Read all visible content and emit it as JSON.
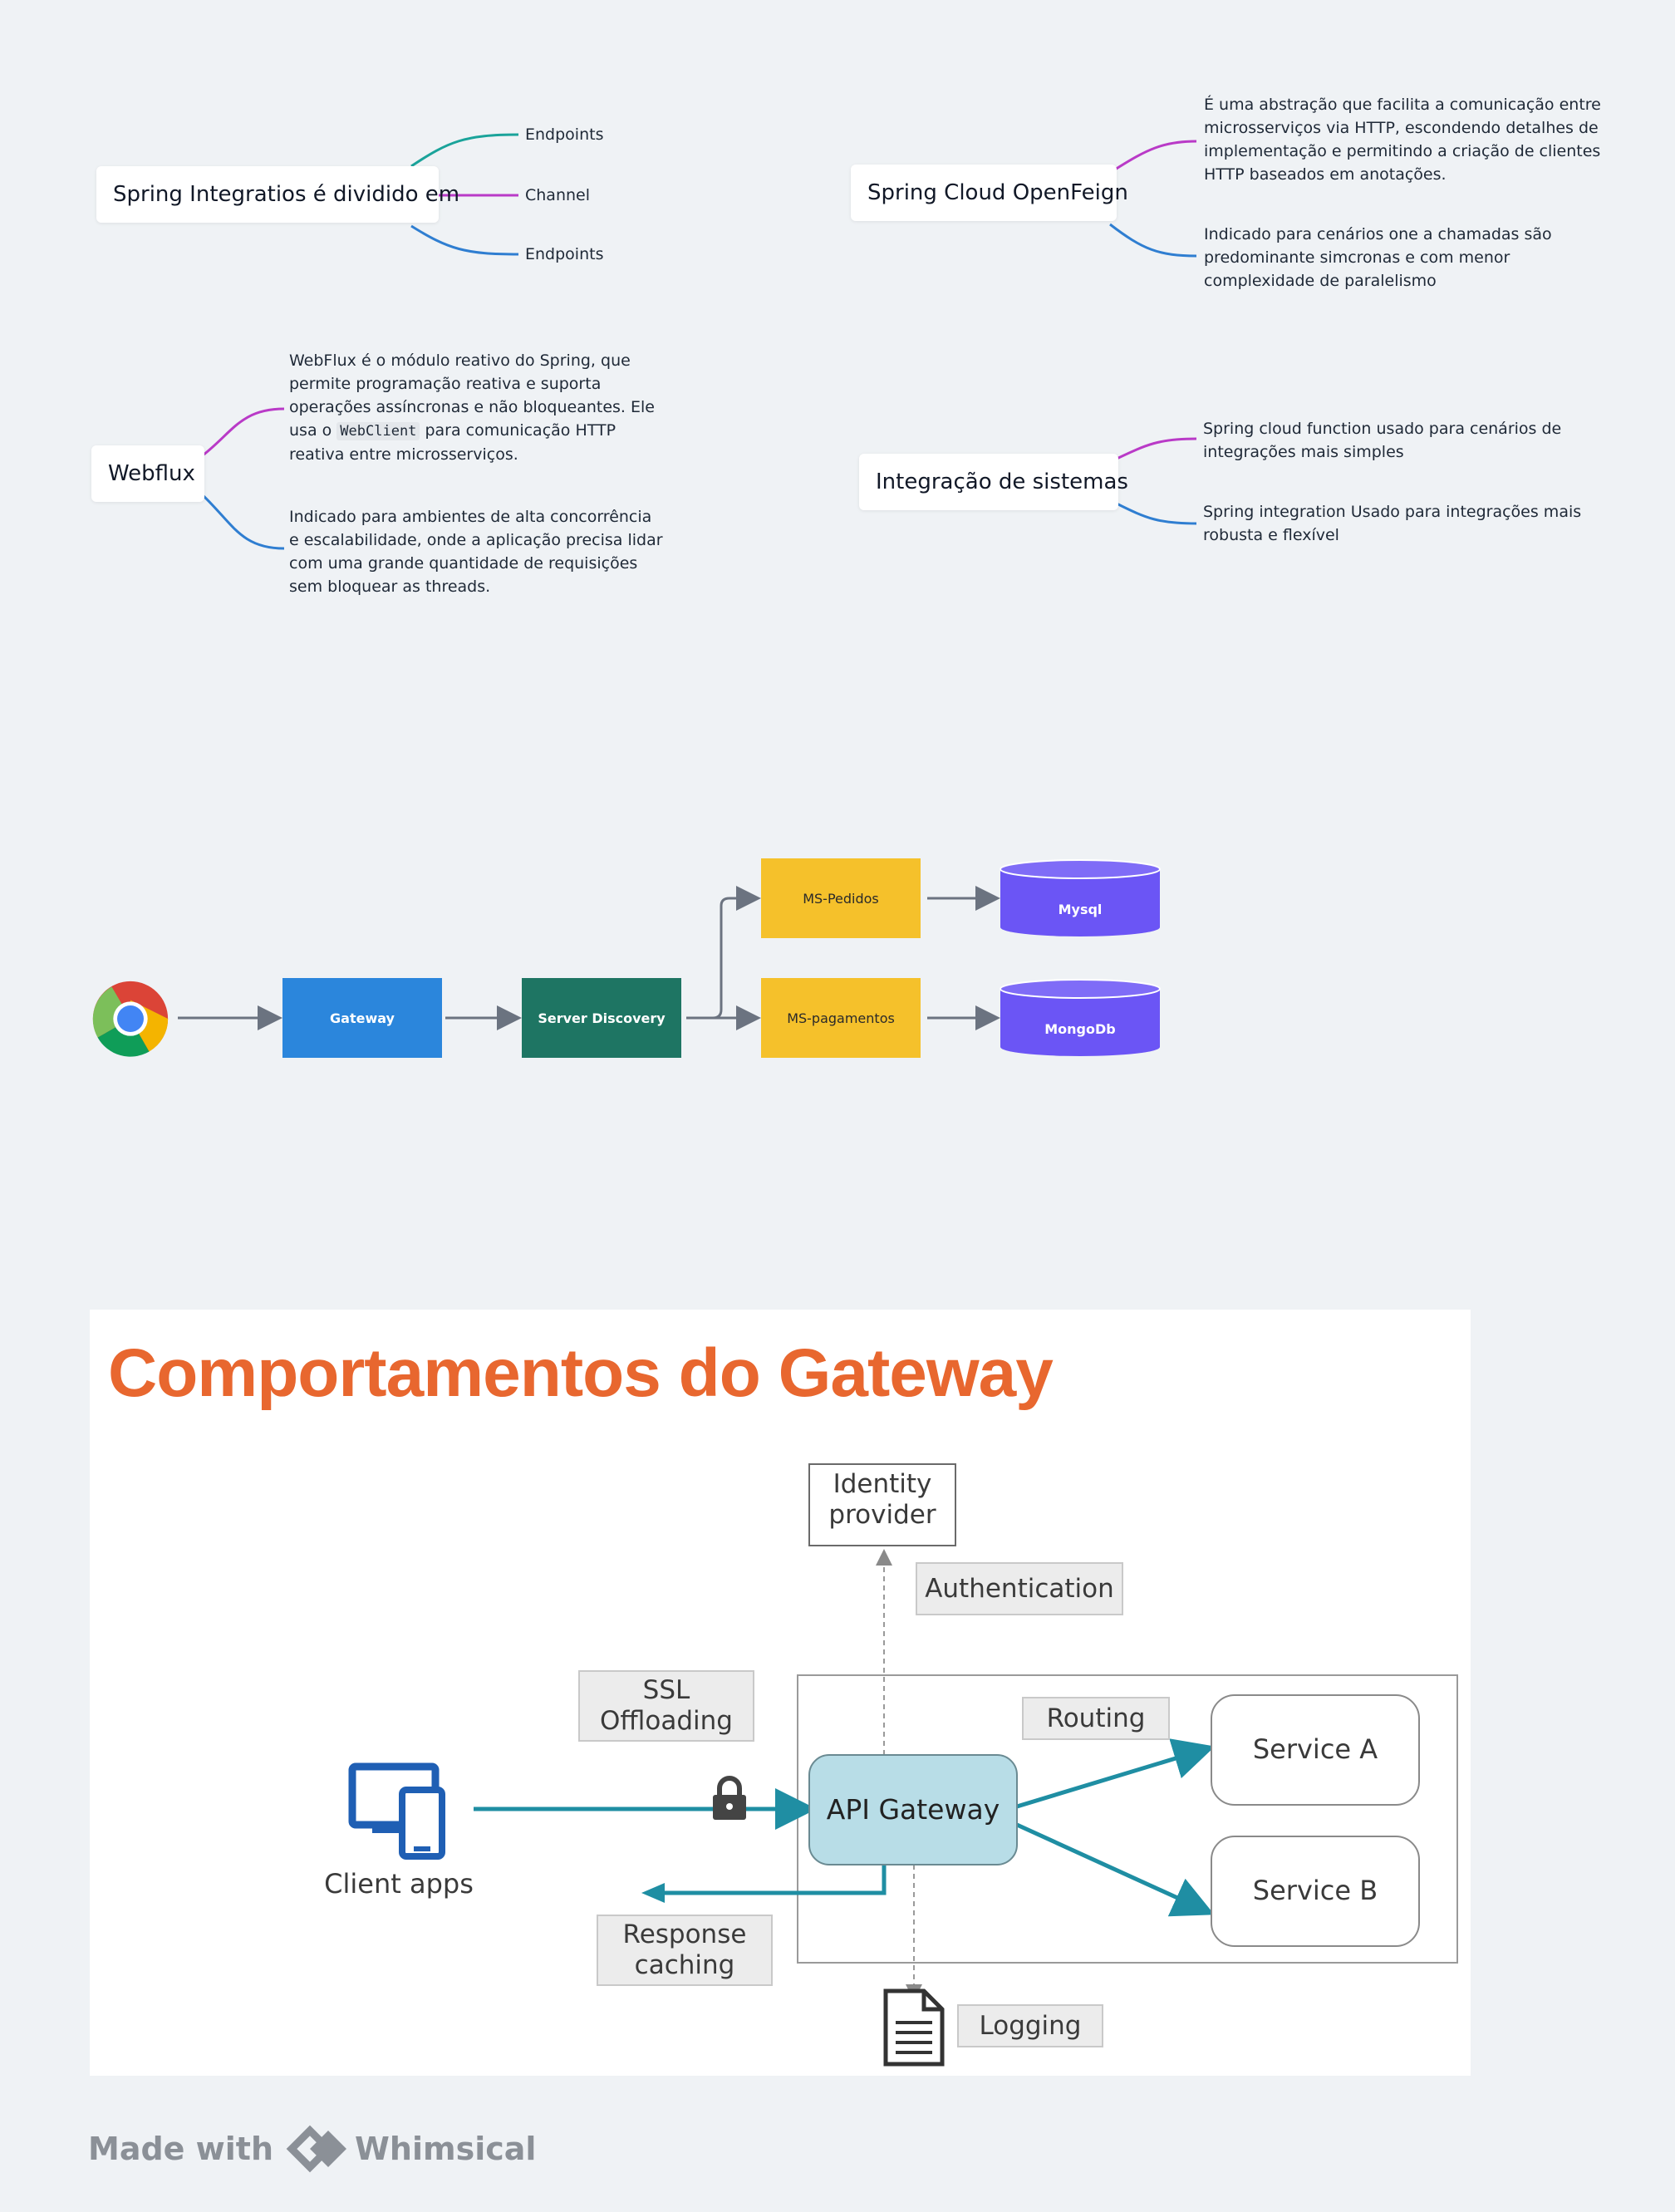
{
  "mindmaps": {
    "spring_integration": {
      "root": "Spring Integratios é dividido em",
      "children": [
        "Endpoints",
        "Channel",
        "Endpoints"
      ]
    },
    "openfeign": {
      "root": "Spring Cloud OpenFeign",
      "note1": "É uma abstração que facilita a comunicação entre microsserviços via HTTP, escondendo detalhes de implementação e permitindo a criação de clientes HTTP baseados em anotações.",
      "note2": "Indicado para cenários one a chamadas são predominante simcronas e com menor complexidade de paralelismo"
    },
    "webflux": {
      "root": "Webflux",
      "note1_part1": "WebFlux é o módulo reativo do Spring, que permite programação reativa e suporta operações assíncronas e não bloqueantes. Ele usa o ",
      "note1_code": "WebClient",
      "note1_part2": " para comunicação HTTP reativa entre microsserviços.",
      "note2": "Indicado para ambientes de alta concorrência e escalabilidade, onde a aplicação precisa lidar com uma grande quantidade de requisições sem bloquear as threads."
    },
    "integracao": {
      "root": "Integração de sistemas",
      "note1": "Spring cloud function usado para cenários de integrações mais simples",
      "note2": "Spring integration Usado para integrações mais robusta e flexível"
    }
  },
  "flow": {
    "browser_icon": "chrome-icon",
    "gateway": "Gateway",
    "server_discovery": "Server Discovery",
    "ms_pedidos": "MS-Pedidos",
    "ms_pagamentos": "MS-pagamentos",
    "db_mysql": "Mysql",
    "db_mongo": "MongoDb",
    "colors": {
      "gateway": "#2b86dc",
      "server_discovery": "#1e7563",
      "ms": "#f5c12b",
      "db": "#6b55f5"
    }
  },
  "gateway_image": {
    "title": "Comportamentos do Gateway",
    "identity_provider": "Identity provider",
    "authentication": "Authentication",
    "ssl_offloading": "SSL Offloading",
    "routing": "Routing",
    "api_gateway": "API Gateway",
    "service_a": "Service A",
    "service_b": "Service B",
    "client_apps": "Client apps",
    "response_caching": "Response caching",
    "logging": "Logging",
    "icons": [
      "devices-icon",
      "lock-icon",
      "document-icon"
    ]
  },
  "footer": {
    "made_with": "Made with",
    "brand": "Whimsical"
  }
}
